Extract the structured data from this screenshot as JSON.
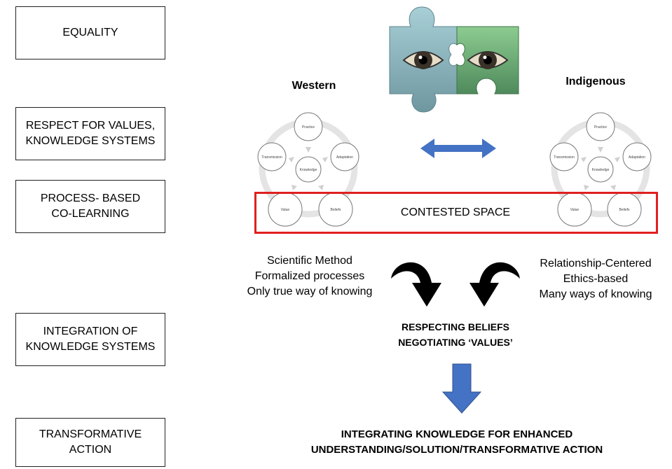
{
  "stages": [
    {
      "line1": "EQUALITY",
      "line2": ""
    },
    {
      "line1": "RESPECT FOR VALUES,",
      "line2": "KNOWLEDGE SYSTEMS"
    },
    {
      "line1": "PROCESS- BASED",
      "line2": "CO-LEARNING"
    },
    {
      "line1": "INTEGRATION OF",
      "line2": "KNOWLEDGE SYSTEMS"
    },
    {
      "line1": "TRANSFORMATIVE",
      "line2": "ACTION"
    }
  ],
  "western": {
    "title": "Western",
    "nodes": {
      "practice": "Practice",
      "transmission": "Transmission",
      "adaptation": "Adaptation",
      "knowledge": "Knowledge",
      "value": "Value",
      "beliefs": "Beliefs"
    },
    "traits": [
      "Scientific Method",
      "Formalized processes",
      "Only true way of knowing"
    ]
  },
  "indigenous": {
    "title": "Indigenous",
    "nodes": {
      "practice": "Practice",
      "transmission": "Transmission",
      "adaptation": "Adaptation",
      "knowledge": "Knowledge",
      "value": "Value",
      "beliefs": "Beliefs"
    },
    "traits": [
      "Relationship-Centered",
      "Ethics-based",
      "Many ways of knowing"
    ]
  },
  "contested_space": "CONTESTED SPACE",
  "respecting": {
    "line1": "RESPECTING BELIEFS",
    "line2": "NEGOTIATING ‘VALUES’"
  },
  "outcome": {
    "line1": "INTEGRATING KNOWLEDGE FOR ENHANCED",
    "line2": "UNDERSTANDING/SOLUTION/TRANSFORMATIVE ACTION"
  },
  "colors": {
    "blue_arrow": "#4472c4",
    "contested_border": "#e02020",
    "puzzle_left": "#8fb5bd",
    "puzzle_right": "#6fa57a"
  }
}
